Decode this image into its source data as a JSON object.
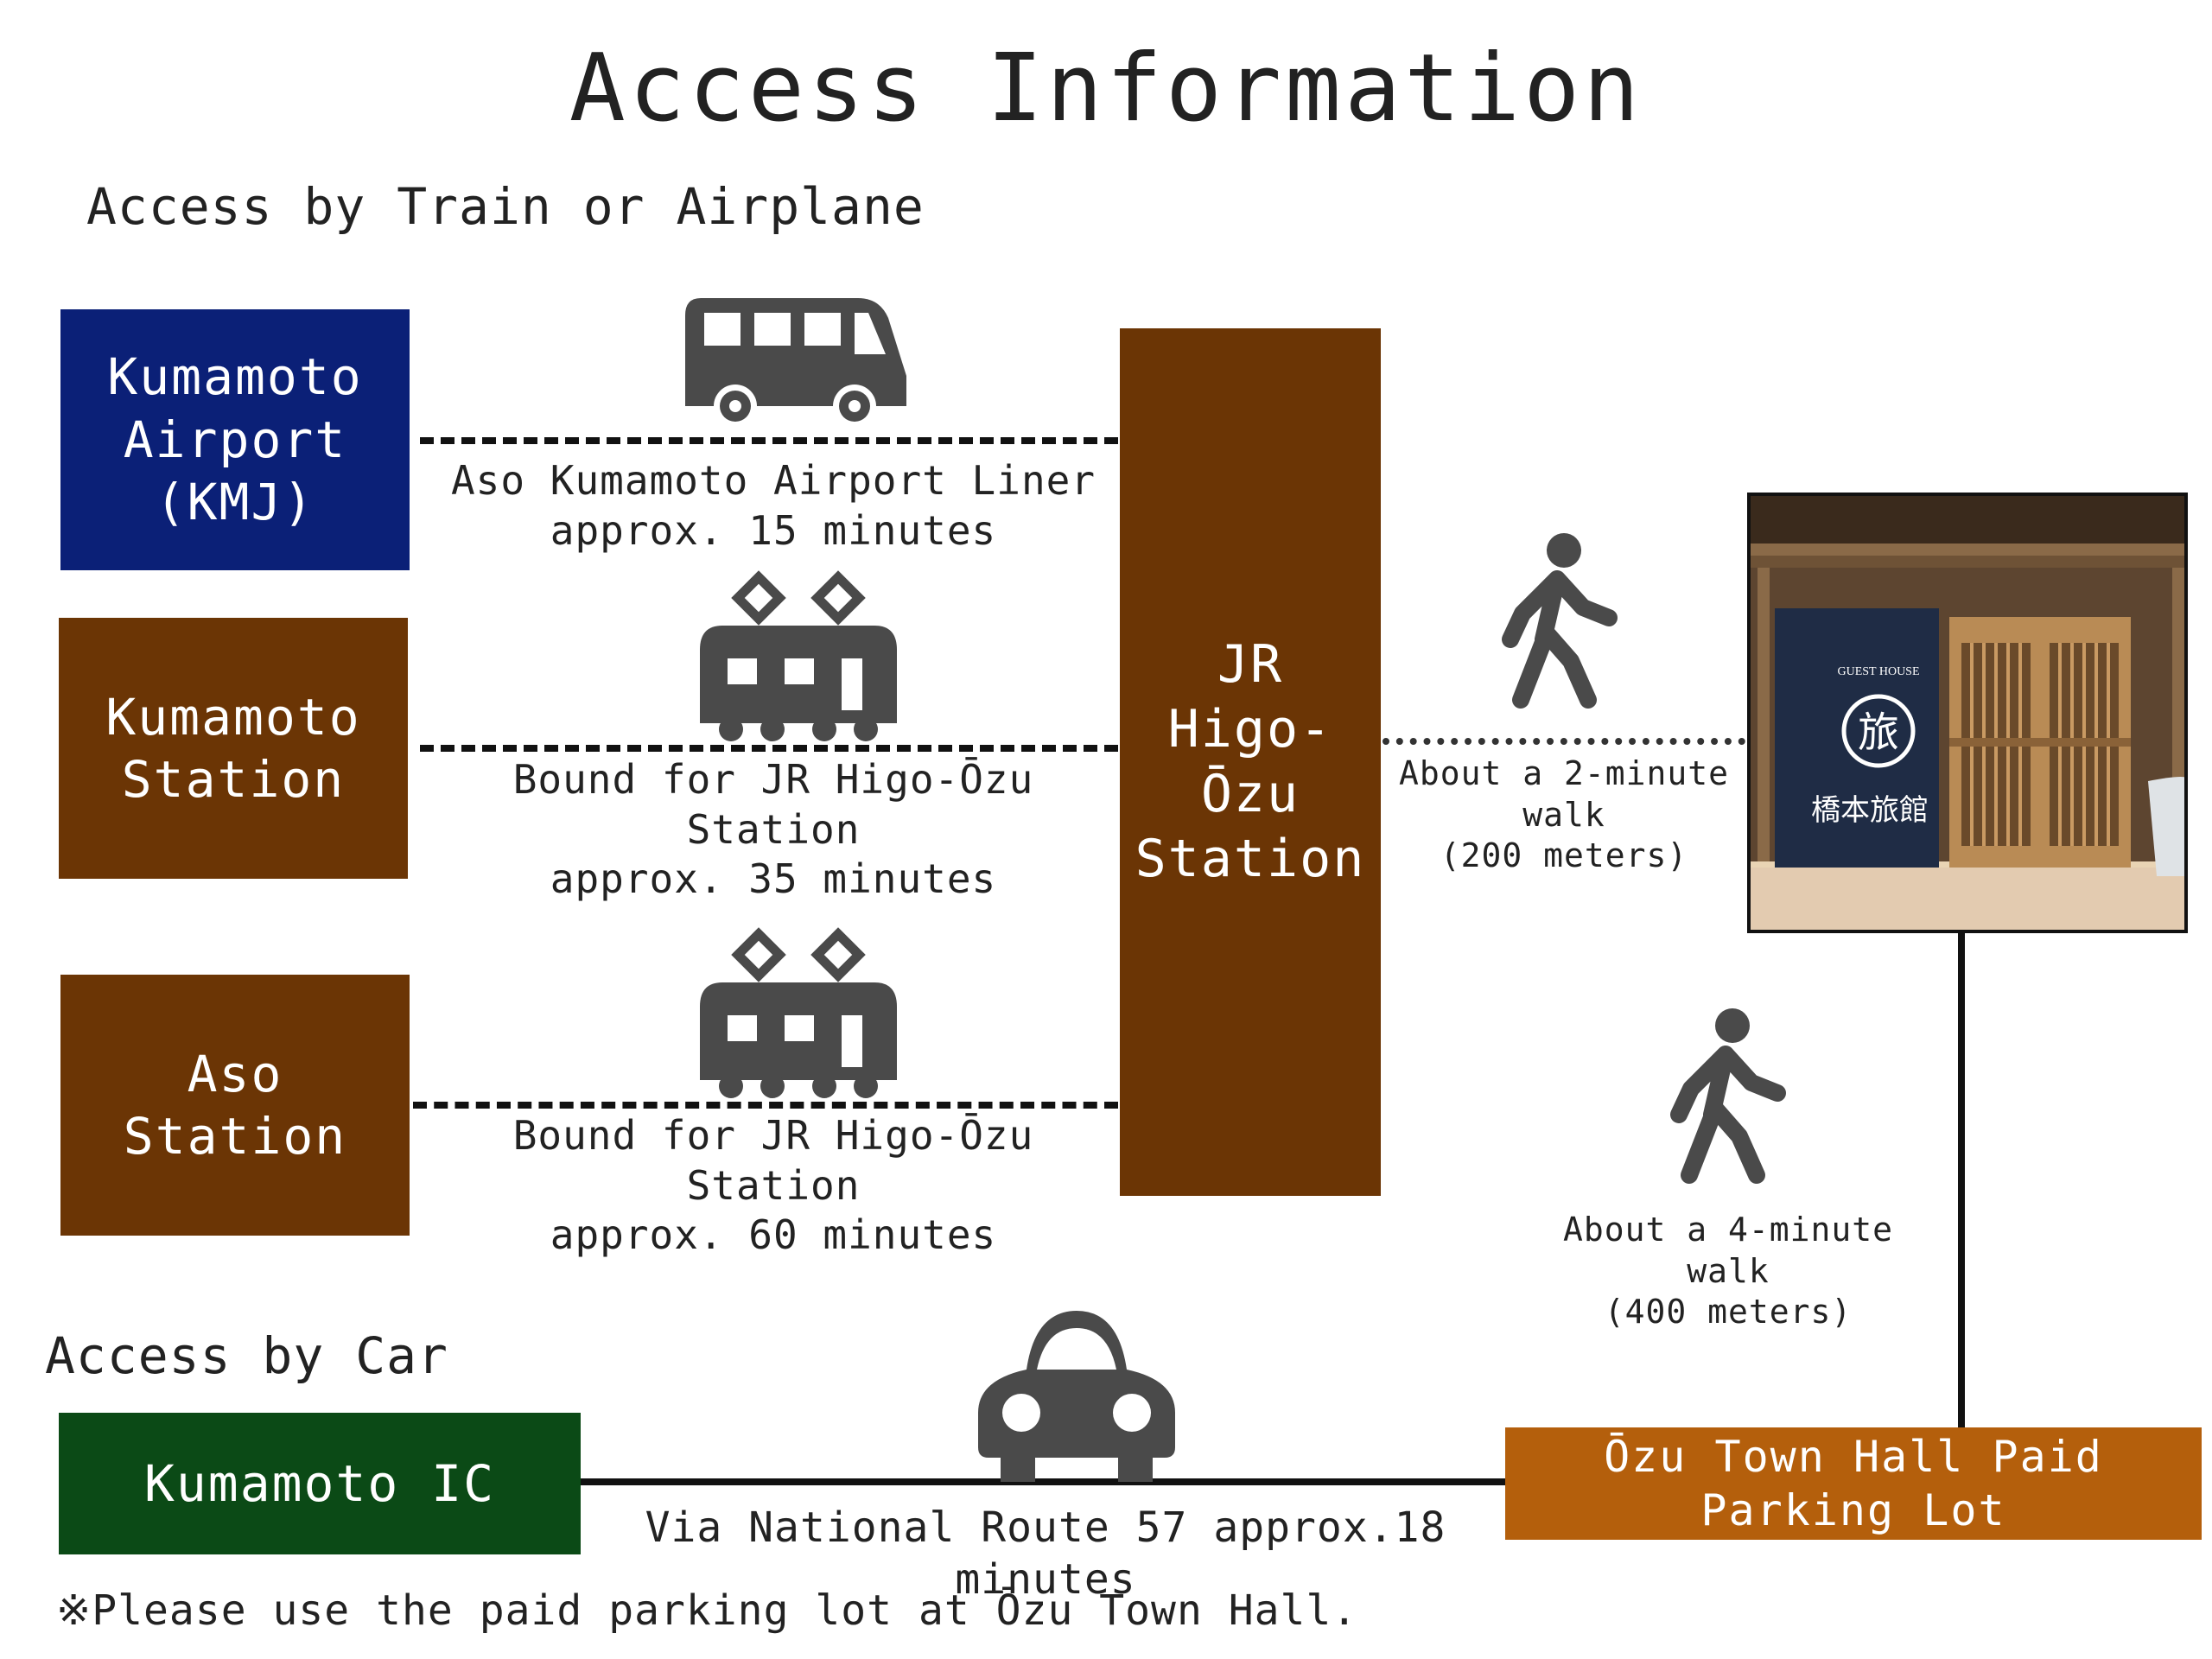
{
  "title": "Access Information",
  "train_section": {
    "heading": "Access by Train or Airplane",
    "routes": [
      {
        "origin": "Kumamoto\nAirport\n(KMJ)",
        "origin_color": "#0b2077",
        "icon": "bus-icon",
        "line": "dashed",
        "caption": "Aso Kumamoto Airport Liner\napprox. 15 minutes"
      },
      {
        "origin": "Kumamoto\nStation",
        "origin_color": "#6b3505",
        "icon": "train-icon",
        "line": "dashed",
        "caption": "Bound for JR Higo-Ōzu Station\napprox. 35 minutes"
      },
      {
        "origin": "Aso\nStation",
        "origin_color": "#6b3505",
        "icon": "train-icon",
        "line": "dashed",
        "caption": "Bound for JR Higo-Ōzu Station\napprox. 60 minutes"
      }
    ],
    "hub": {
      "label": "JR\nHigo-Ōzu\nStation",
      "color": "#6b3505"
    }
  },
  "walks": [
    {
      "icon": "walking-person-icon",
      "line": "dotted",
      "caption": "About a 2-minute walk\n(200 meters)"
    },
    {
      "icon": "walking-person-icon",
      "line": "solid",
      "caption": "About a 4-minute walk\n(400 meters)"
    }
  ],
  "guesthouse_photo": {
    "sign_top": "GUEST HOUSE",
    "sign_symbol": "旅",
    "sign_name": "橋本旅館"
  },
  "car_section": {
    "heading": "Access by Car",
    "origin": "Kumamoto IC",
    "origin_color": "#0b4a16",
    "icon": "car-icon",
    "caption": "Via National Route 57  approx.18 minutes",
    "destination": "Ōzu Town Hall Paid Parking Lot",
    "destination_color": "#b45f0c"
  },
  "note": "※Please use the paid parking lot at Ōzu Town Hall."
}
